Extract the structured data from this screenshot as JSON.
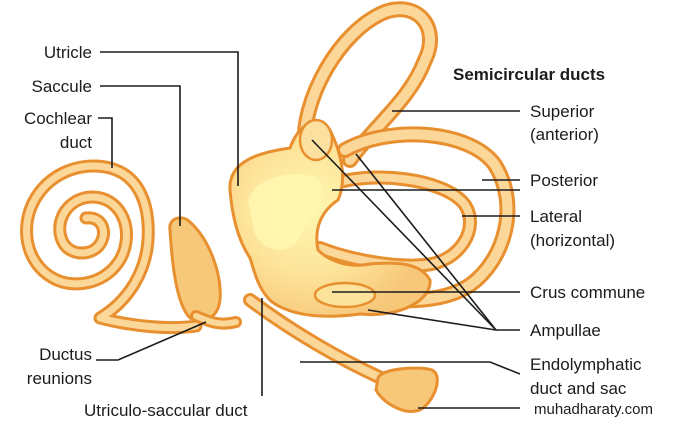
{
  "heading": "Semicircular ducts",
  "labels": {
    "utricle": "Utricle",
    "saccule": "Saccule",
    "cochlear_duct_line1": "Cochlear",
    "cochlear_duct_line2": "duct",
    "superior_line1": "Superior",
    "superior_line2": "(anterior)",
    "posterior": "Posterior",
    "lateral_line1": "Lateral",
    "lateral_line2": "(horizontal)",
    "crus_commune": "Crus commune",
    "ampullae": "Ampullae",
    "endolymphatic_line1": "Endolymphatic",
    "endolymphatic_line2": "duct and sac",
    "ductus_reunions_line1": "Ductus",
    "ductus_reunions_line2": "reunions",
    "utriculo_saccular_duct": "Utriculo-saccular duct"
  },
  "watermark": "muhadharaty.com",
  "colors": {
    "tissue_fill": "#f7c77a",
    "tissue_outline": "#e8902f",
    "tissue_highlight": "#fff6a8",
    "text": "#1c1c1c"
  }
}
